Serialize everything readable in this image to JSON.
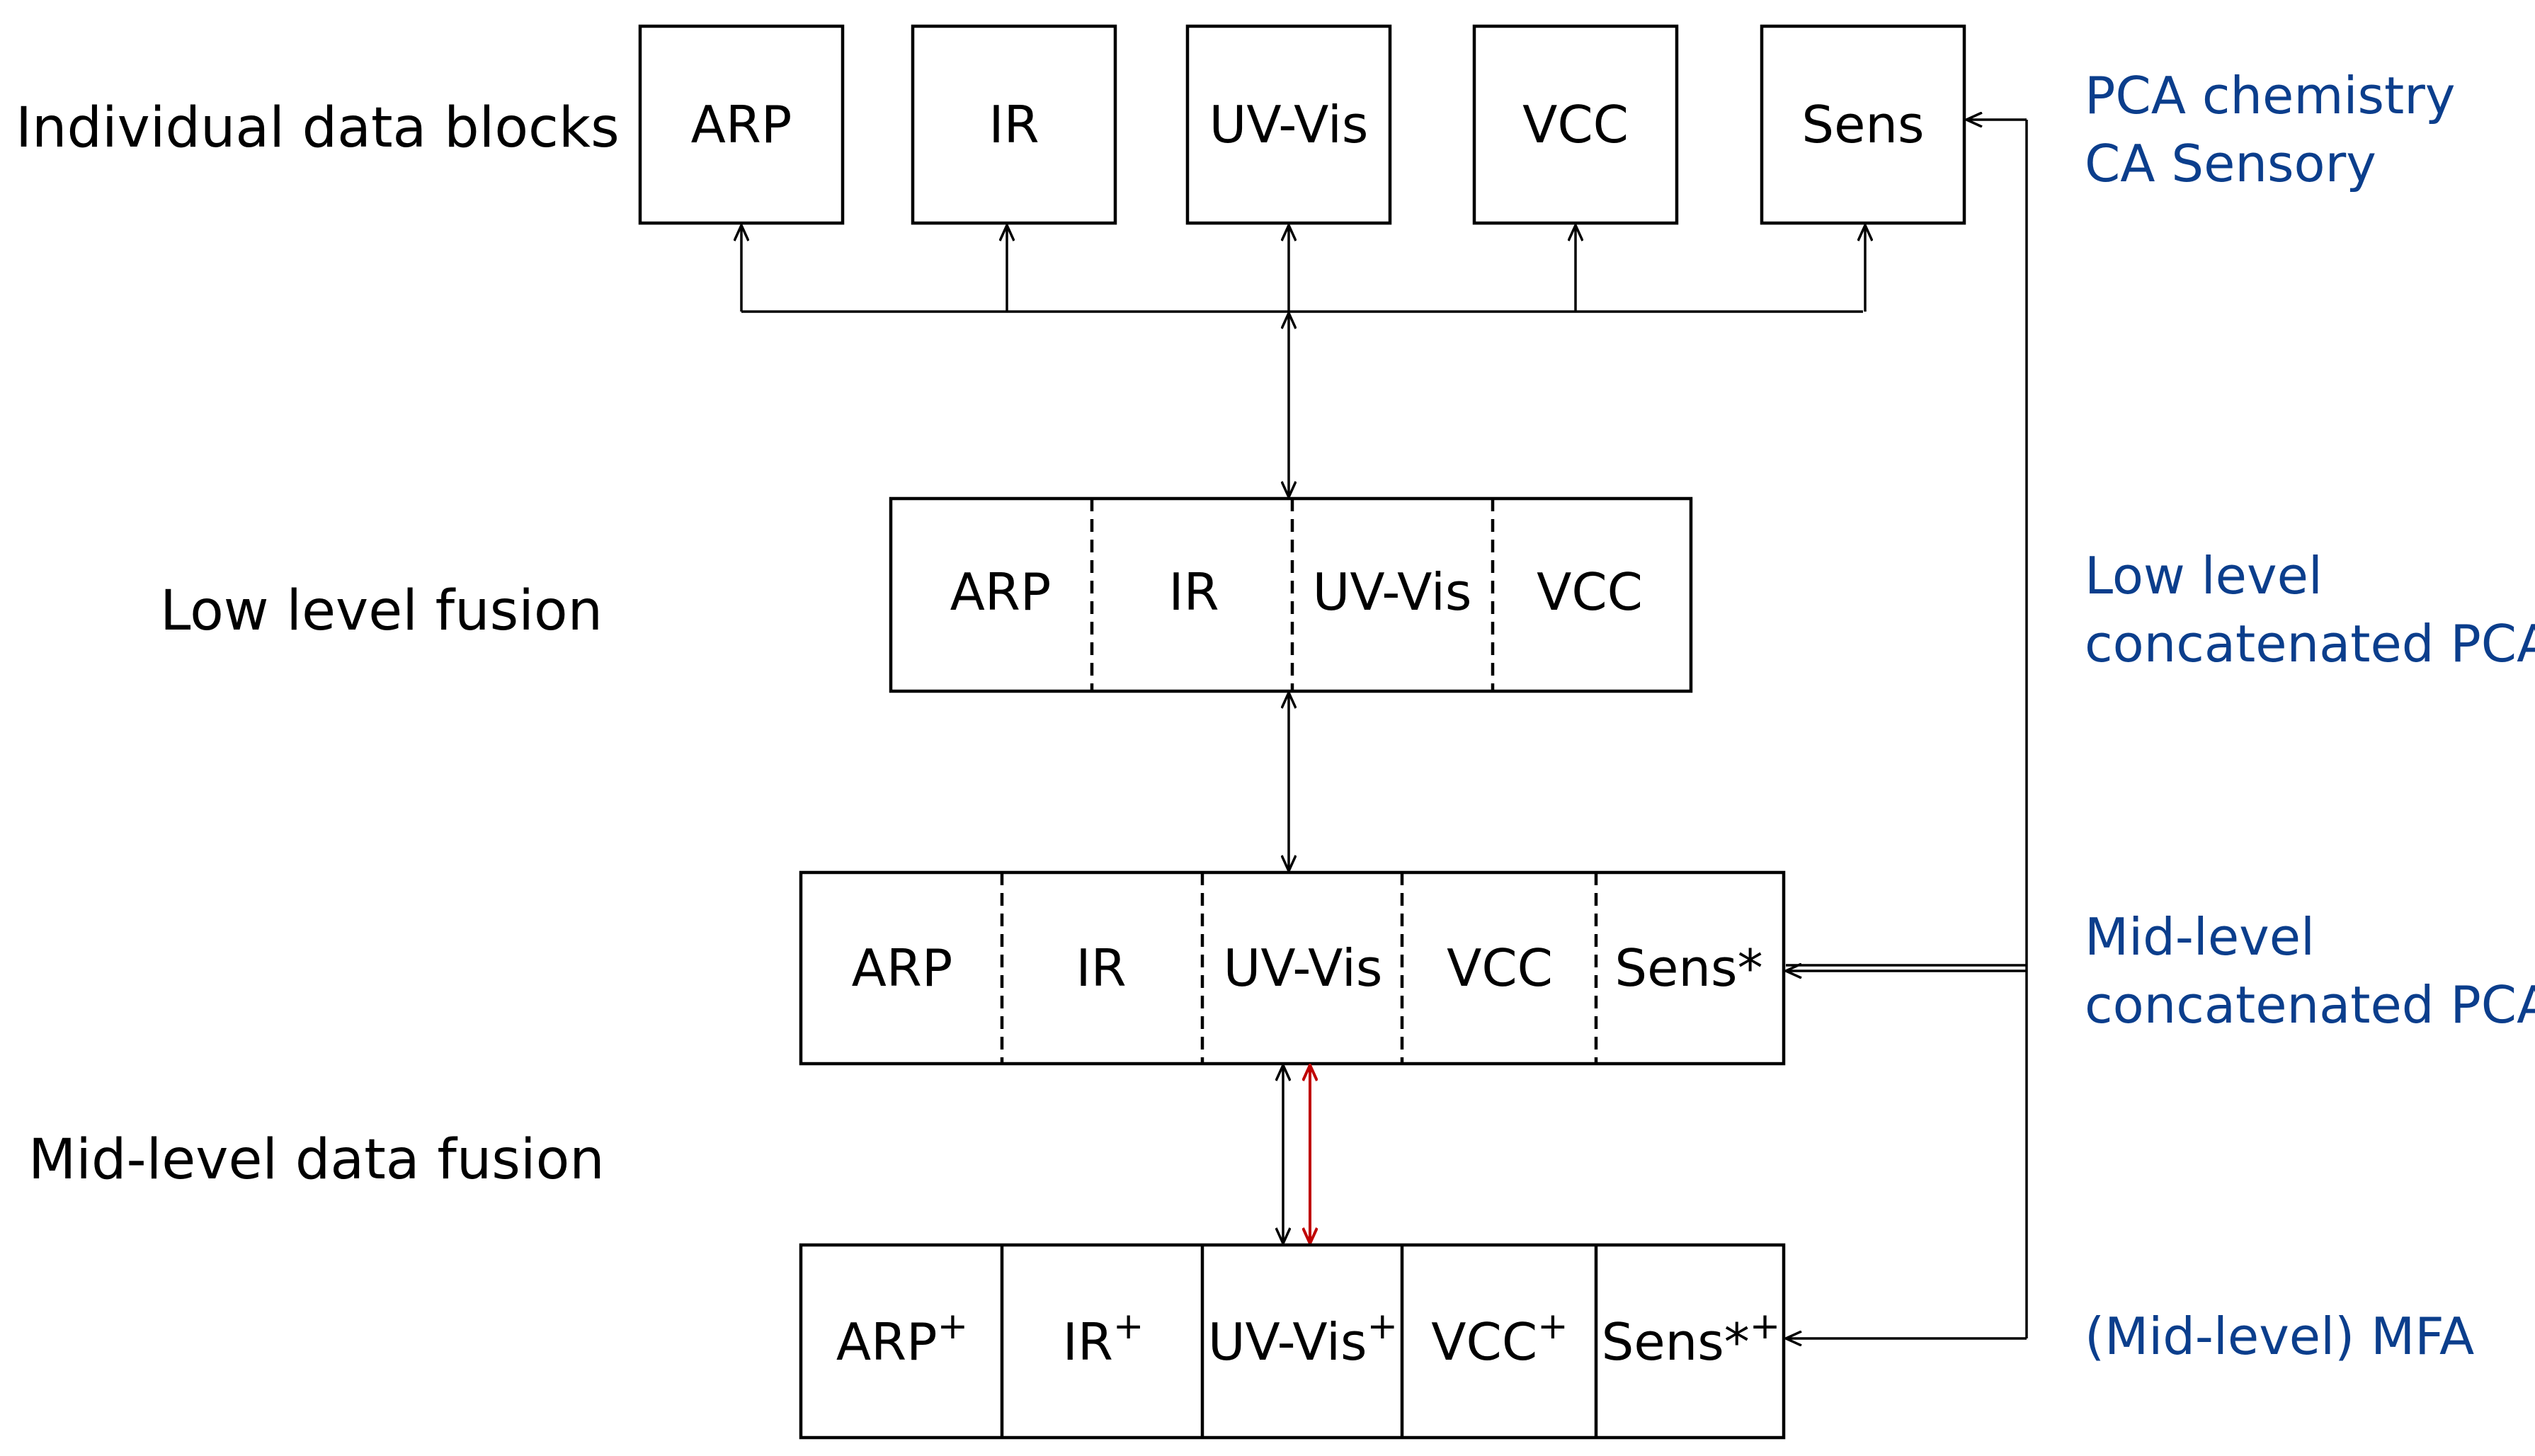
{
  "colors": {
    "line": "#000000",
    "accent_blue": "#0b3e8c",
    "highlight_red": "#c00000"
  },
  "left_labels": {
    "individual": "Individual data blocks",
    "low_level": "Low level fusion",
    "mid_level": "Mid-level data fusion"
  },
  "individual_blocks": [
    "ARP",
    "IR",
    "UV-Vis",
    "VCC",
    "Sens"
  ],
  "low_level_blocks": [
    "ARP",
    "IR",
    "UV-Vis",
    "VCC"
  ],
  "mid_level_blocks": [
    "ARP",
    "IR",
    "UV-Vis",
    "VCC",
    "Sens*"
  ],
  "mfa_blocks": [
    {
      "base": "ARP",
      "sup": "+"
    },
    {
      "base": "IR",
      "sup": "+"
    },
    {
      "base": "UV-Vis",
      "sup": "+"
    },
    {
      "base": "VCC",
      "sup": "+"
    },
    {
      "base": "Sens*",
      "sup": "+"
    }
  ],
  "right_labels": {
    "pca_chemistry": "PCA chemistry",
    "ca_sensory": "CA Sensory",
    "low_level_line1": "Low level",
    "low_level_line2": "concatenated PCA",
    "mid_level_line1": "Mid-level",
    "mid_level_line2": "concatenated PCA",
    "mfa": "(Mid-level) MFA"
  }
}
